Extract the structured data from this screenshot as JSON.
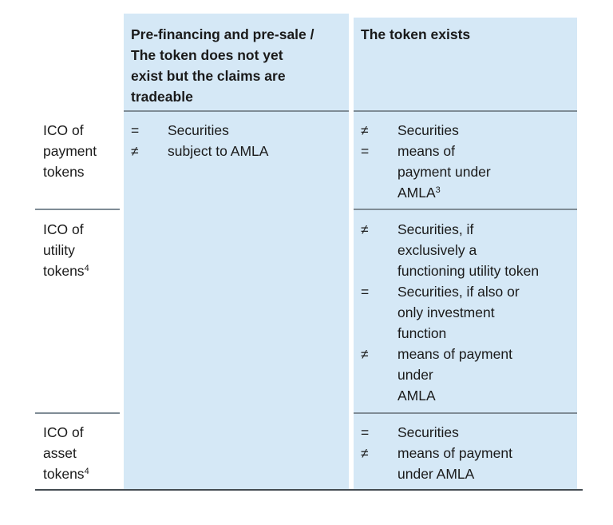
{
  "table": {
    "headers": {
      "col1": "Pre-financing and pre-sale / The token does not yet exist but the claims are tradeable",
      "col1_lines": [
        "Pre-financing and pre-sale /",
        "The token does not yet",
        "exist but the claims are",
        "tradeable"
      ],
      "col2": "The token exists"
    },
    "rows": [
      {
        "label_lines": [
          "ICO of",
          "payment",
          "tokens"
        ],
        "footnote": "",
        "col1": [
          {
            "symbol": "=",
            "lines": [
              "Securities"
            ]
          },
          {
            "symbol": "≠",
            "lines": [
              "subject to AMLA"
            ]
          }
        ],
        "col2": [
          {
            "symbol": "≠",
            "lines": [
              "Securities"
            ]
          },
          {
            "symbol": "=",
            "lines": [
              "means of",
              "payment under",
              "AMLA"
            ],
            "footnote": "3"
          }
        ]
      },
      {
        "label_lines": [
          "ICO of",
          "utility",
          "tokens"
        ],
        "footnote": "4",
        "col1": [],
        "col2": [
          {
            "symbol": "≠",
            "lines": [
              "Securities, if",
              "exclusively a",
              "functioning utility token"
            ]
          },
          {
            "symbol": "=",
            "lines": [
              "Securities, if also or",
              "only investment",
              "function"
            ]
          },
          {
            "symbol": "≠",
            "lines": [
              "means of payment",
              "under",
              "AMLA"
            ]
          }
        ]
      },
      {
        "label_lines": [
          "ICO of",
          "asset",
          "tokens"
        ],
        "footnote": "4",
        "col1": [],
        "col2": [
          {
            "symbol": "=",
            "lines": [
              "Securities"
            ]
          },
          {
            "symbol": "≠",
            "lines": [
              "means of payment",
              "under AMLA"
            ]
          }
        ]
      }
    ],
    "colors": {
      "cell_background": "#d5e8f6",
      "rule": "#7f8c96",
      "bottom_rule": "#444c52"
    }
  }
}
